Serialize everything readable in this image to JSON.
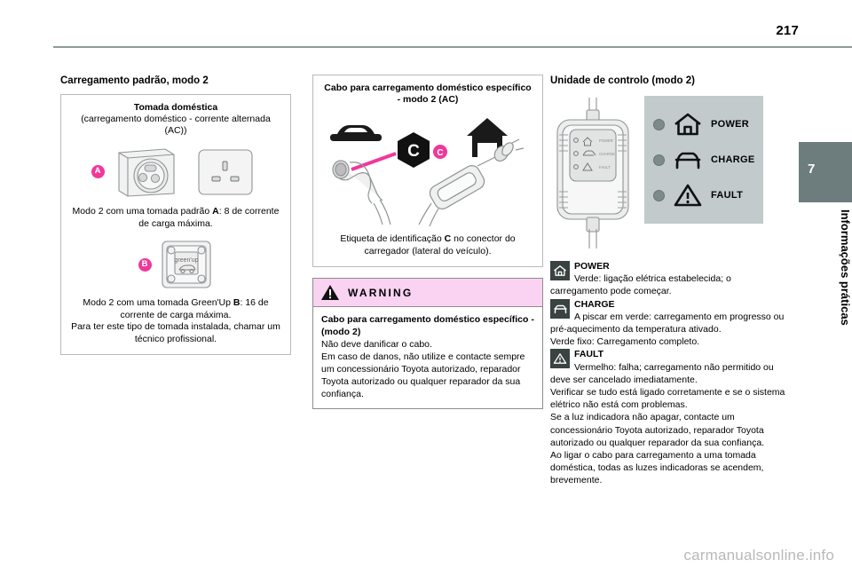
{
  "page": {
    "number": "217",
    "chapter_number": "7",
    "chapter_title": "Informações práticas",
    "watermark": "carmanualsonline.info"
  },
  "column_left": {
    "section_title": "Carregamento padrão, modo 2",
    "figure": {
      "title": "Tomada doméstica",
      "subtitle": "(carregamento doméstico - corrente alternada (AC))",
      "badge_a": "A",
      "badge_b": "B",
      "caption_a_pre": "Modo 2 com uma tomada padrão ",
      "caption_a_bold": "A",
      "caption_a_post": ": 8 de corrente de carga máxima.",
      "greenup_label": "green'up",
      "caption_b_pre": "Modo 2 com uma tomada Green'Up ",
      "caption_b_bold": "B",
      "caption_b_post": ": 16 de corrente de carga máxima.",
      "caption_b_line2": "Para ter este tipo de tomada instalada, chamar um técnico profissional."
    }
  },
  "column_middle": {
    "figure": {
      "title": "Cabo para carregamento doméstico específico - modo 2 (AC)",
      "hex_label": "C",
      "badge_c": "C",
      "caption_pre": "Etiqueta de identificação ",
      "caption_bold": "C",
      "caption_post": " no conector do carregador (lateral do veículo)."
    },
    "warning": {
      "header_label": "WARNING",
      "title": "Cabo para carregamento doméstico específico - (modo 2)",
      "lines": [
        "Não deve danificar o cabo.",
        "Em caso de danos, não utilize e contacte sempre um concessionário Toyota autorizado, reparador Toyota autorizado ou qualquer reparador da sua confiança."
      ]
    }
  },
  "column_right": {
    "section_title": "Unidade de controlo (modo 2)",
    "led_panel": [
      {
        "icon": "house-icon",
        "label": "POWER"
      },
      {
        "icon": "car-icon",
        "label": "CHARGE"
      },
      {
        "icon": "warning-triangle-icon",
        "label": "FAULT"
      }
    ],
    "device_labels": [
      "POWER",
      "CHARGE",
      "FAULT"
    ],
    "legend": [
      {
        "icon": "house-icon",
        "name": "POWER",
        "text": "Verde: ligação elétrica estabelecida; o carregamento pode começar."
      },
      {
        "icon": "car-icon",
        "name": "CHARGE",
        "text": "A piscar em verde: carregamento em progresso ou pré-aquecimento da temperatura ativado.",
        "extra": "Verde fixo: Carregamento completo."
      },
      {
        "icon": "warning-triangle-icon",
        "name": "FAULT",
        "text": "Vermelho: falha; carregamento não permitido ou deve ser cancelado imediatamente.",
        "extra": "Verificar se tudo está ligado corretamente e se o sistema elétrico não está com problemas."
      }
    ],
    "closing_paragraphs": [
      "Se a luz indicadora não apagar, contacte um concessionário Toyota autorizado, reparador Toyota autorizado ou qualquer reparador da sua confiança.",
      "Ao ligar o cabo para carregamento a uma tomada doméstica, todas as luzes indicadoras se acendem, brevemente."
    ]
  },
  "colors": {
    "accent_pink": "#f0389b",
    "warning_bg": "#f9d3f1",
    "tab_gray": "#6d7c7c",
    "led_panel_bg": "#c2cacb",
    "icon_dark": "#3a4242"
  }
}
